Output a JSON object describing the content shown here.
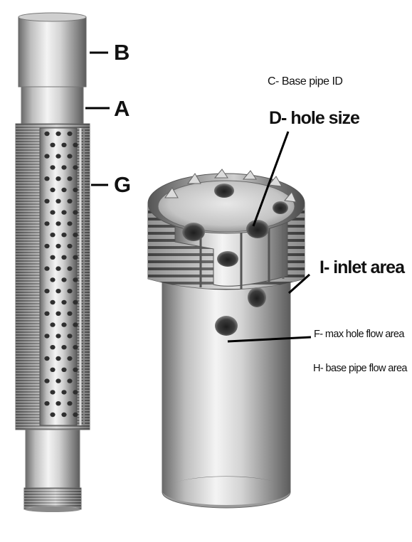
{
  "labels": {
    "B": "B",
    "A": "A",
    "G": "G",
    "C": "C- Base pipe ID",
    "D": "D- hole size",
    "I": "I- inlet area",
    "F": "F- max hole flow area",
    "H": "H- base pipe flow area"
  },
  "colors": {
    "metal_dark": "#6e6e6e",
    "metal_light": "#f2f2f2",
    "hole": "#3a3a3a",
    "leader": "#000000"
  }
}
